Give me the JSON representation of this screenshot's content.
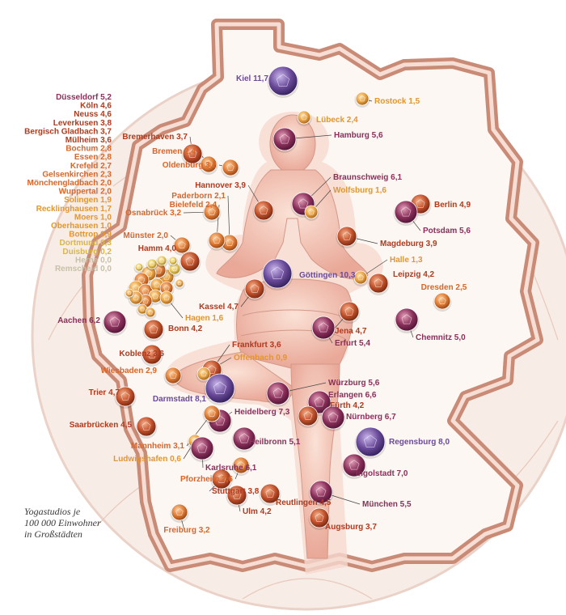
{
  "caption": [
    "Yogastudios je",
    "100 000 Einwohner",
    "in Großstädten"
  ],
  "colors": {
    "violet": "#6a4a9a",
    "purple": "#8a2f5a",
    "red": "#b03a1e",
    "orange": "#d8662a",
    "amber": "#e3962e",
    "yellow": "#d8b64a",
    "pale": "#c8c0a8",
    "figure": "#f3c9b8",
    "map_fill": "#fdf7f3",
    "map_border": "#c98a76"
  },
  "cities": [
    {
      "label": "Kiel",
      "value": "11,7",
      "tier": "violet"
    },
    {
      "label": "Rostock",
      "value": "1,5",
      "tier": "amber"
    },
    {
      "label": "Lübeck",
      "value": "2,4",
      "tier": "amber"
    },
    {
      "label": "Hamburg",
      "value": "5,6",
      "tier": "purple"
    },
    {
      "label": "Bremerhaven",
      "value": "3,7",
      "tier": "red"
    },
    {
      "label": "Bremen",
      "value": "2,4",
      "tier": "orange"
    },
    {
      "label": "Oldenburg",
      "value": "3,2",
      "tier": "orange"
    },
    {
      "label": "Braunschweig",
      "value": "6,1",
      "tier": "purple"
    },
    {
      "label": "Wolfsburg",
      "value": "1,6",
      "tier": "amber"
    },
    {
      "label": "Berlin",
      "value": "4,9",
      "tier": "red"
    },
    {
      "label": "Potsdam",
      "value": "5,6",
      "tier": "purple"
    },
    {
      "label": "Hannover",
      "value": "3,9",
      "tier": "red"
    },
    {
      "label": "Paderborn",
      "value": "2,1",
      "tier": "orange"
    },
    {
      "label": "Bielefeld",
      "value": "2,4",
      "tier": "orange"
    },
    {
      "label": "Osnabrück",
      "value": "3,2",
      "tier": "orange"
    },
    {
      "label": "Magdeburg",
      "value": "3,9",
      "tier": "red"
    },
    {
      "label": "Münster",
      "value": "2,0",
      "tier": "orange"
    },
    {
      "label": "Hamm",
      "value": "4,0",
      "tier": "red"
    },
    {
      "label": "Halle",
      "value": "1,3",
      "tier": "amber"
    },
    {
      "label": "Leipzig",
      "value": "4,2",
      "tier": "red"
    },
    {
      "label": "Göttingen",
      "value": "10,3",
      "tier": "violet"
    },
    {
      "label": "Dresden",
      "value": "2,5",
      "tier": "orange"
    },
    {
      "label": "Kassel",
      "value": "4,7",
      "tier": "red"
    },
    {
      "label": "Hagen",
      "value": "1,6",
      "tier": "amber"
    },
    {
      "label": "Bonn",
      "value": "4,2",
      "tier": "red"
    },
    {
      "label": "Aachen",
      "value": "6,2",
      "tier": "purple"
    },
    {
      "label": "Jena",
      "value": "4,7",
      "tier": "red"
    },
    {
      "label": "Erfurt",
      "value": "5,4",
      "tier": "purple"
    },
    {
      "label": "Chemnitz",
      "value": "5,0",
      "tier": "purple"
    },
    {
      "label": "Koblenz",
      "value": "3,6",
      "tier": "red"
    },
    {
      "label": "Frankfurt",
      "value": "3,6",
      "tier": "red"
    },
    {
      "label": "Offenbach",
      "value": "0,9",
      "tier": "amber"
    },
    {
      "label": "Wiesbaden",
      "value": "2,9",
      "tier": "orange"
    },
    {
      "label": "Würzburg",
      "value": "5,6",
      "tier": "purple"
    },
    {
      "label": "Erlangen",
      "value": "6,6",
      "tier": "purple"
    },
    {
      "label": "Trier",
      "value": "4,7",
      "tier": "red"
    },
    {
      "label": "Darmstadt",
      "value": "8,1",
      "tier": "violet"
    },
    {
      "label": "Fürth",
      "value": "4,2",
      "tier": "red"
    },
    {
      "label": "Heidelberg",
      "value": "7,3",
      "tier": "purple"
    },
    {
      "label": "Nürnberg",
      "value": "6,7",
      "tier": "purple"
    },
    {
      "label": "Saarbrücken",
      "value": "4,5",
      "tier": "red"
    },
    {
      "label": "Heilbronn",
      "value": "5,1",
      "tier": "purple"
    },
    {
      "label": "Mannheim",
      "value": "3,1",
      "tier": "orange"
    },
    {
      "label": "Regensburg",
      "value": "8,0",
      "tier": "violet"
    },
    {
      "label": "Ludwigshafen",
      "value": "0,6",
      "tier": "amber"
    },
    {
      "label": "Karlsruhe",
      "value": "6,1",
      "tier": "purple"
    },
    {
      "label": "Ingolstadt",
      "value": "7,0",
      "tier": "purple"
    },
    {
      "label": "Pforzheim",
      "value": "2,6",
      "tier": "orange"
    },
    {
      "label": "Stuttgart",
      "value": "3,8",
      "tier": "red"
    },
    {
      "label": "Reutlingen",
      "value": "4,5",
      "tier": "red"
    },
    {
      "label": "Ulm",
      "value": "4,2",
      "tier": "red"
    },
    {
      "label": "München",
      "value": "5,5",
      "tier": "purple"
    },
    {
      "label": "Augsburg",
      "value": "3,7",
      "tier": "red"
    },
    {
      "label": "Freiburg",
      "value": "3,2",
      "tier": "orange"
    },
    {
      "label": "Düsseldorf",
      "value": "5,2",
      "tier": "purple"
    },
    {
      "label": "Köln",
      "value": "4,6",
      "tier": "red"
    },
    {
      "label": "Neuss",
      "value": "4,6",
      "tier": "red"
    },
    {
      "label": "Leverkusen",
      "value": "3,8",
      "tier": "red"
    },
    {
      "label": "Bergisch Gladbach",
      "value": "3,7",
      "tier": "red"
    },
    {
      "label": "Mülheim",
      "value": "3,6",
      "tier": "red"
    },
    {
      "label": "Bochum",
      "value": "2,8",
      "tier": "orange"
    },
    {
      "label": "Essen",
      "value": "2,8",
      "tier": "orange"
    },
    {
      "label": "Krefeld",
      "value": "2,7",
      "tier": "orange"
    },
    {
      "label": "Gelsenkirchen",
      "value": "2,3",
      "tier": "orange"
    },
    {
      "label": "Mönchengladbach",
      "value": "2,0",
      "tier": "orange"
    },
    {
      "label": "Wuppertal",
      "value": "2,0",
      "tier": "orange"
    },
    {
      "label": "Solingen",
      "value": "1,9",
      "tier": "amber"
    },
    {
      "label": "Recklinghausen",
      "value": "1,7",
      "tier": "amber"
    },
    {
      "label": "Moers",
      "value": "1,0",
      "tier": "amber"
    },
    {
      "label": "Oberhausen",
      "value": "1,0",
      "tier": "amber"
    },
    {
      "label": "Bottrop",
      "value": "0,9",
      "tier": "amber"
    },
    {
      "label": "Dortmund",
      "value": "0,3",
      "tier": "yellow"
    },
    {
      "label": "Duisburg",
      "value": "0,2",
      "tier": "yellow"
    },
    {
      "label": "Herne",
      "value": "0,0",
      "tier": "pale"
    },
    {
      "label": "Remscheid",
      "value": "0,0",
      "tier": "pale"
    }
  ]
}
